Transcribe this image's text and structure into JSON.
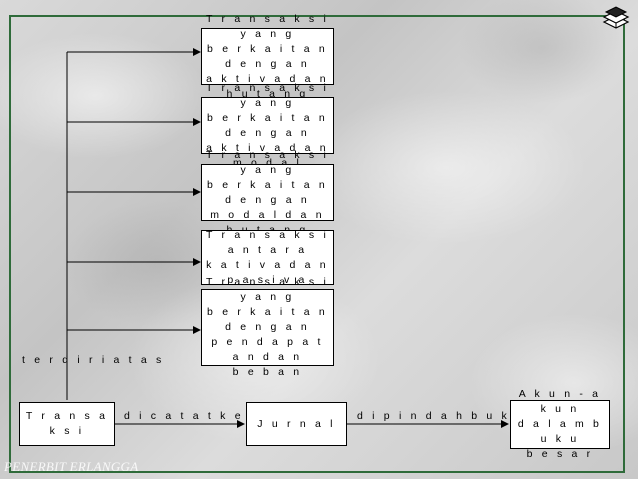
{
  "diagram": {
    "categories": [
      "T r a n s a k s i  y a n g\nb e r k a i t a n  d e n g a n\na k t i v a  d a n  h u t a n g",
      "T r a n s a k s i  y a n g\nb e r k a i t a n  d e n g a n\na k t i v a  d a n  m o d a l",
      "T r a n s a k s i  y a n g\nb e r k a i t a n  d e n g a n\nm o d a l d a n  h u t a n g",
      "T r a n s a k s i  a n t a r a\nk a t i v a  d a n  p a s i v a",
      "T r a n s a k s i  y a n g\nb e r k a i t a n  d e n g a n\np e n d a p a t a n  d a n\nb e b a n"
    ],
    "consists_of_label": "t e r d i r i  a t a s",
    "flow": {
      "transaksi": "T r a n s a k s i",
      "edge1_label": "d i c a t a t  k e  d a l a m",
      "jurnal": "J u r n a l",
      "edge2_label": "d i p i n d a h b u k u k a n  k e",
      "akun": "A k u n - a k u n\nd a l a m  b u k u\nb e s a r"
    }
  },
  "footer": {
    "publisher": "PENERBIT ERLANGGA"
  },
  "colors": {
    "frame": "#2f6b3a",
    "line": "#000000",
    "box": "#ffffff"
  }
}
